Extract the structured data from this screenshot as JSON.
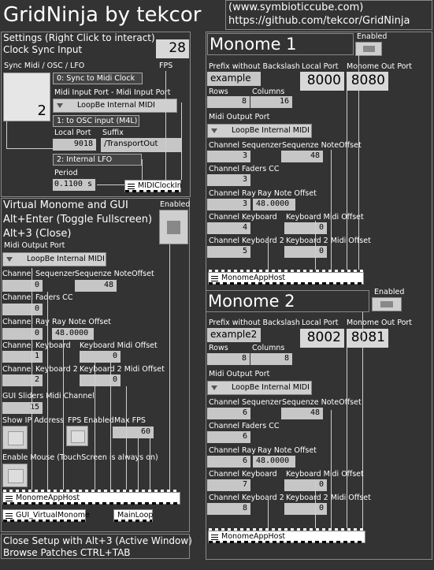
{
  "header": {
    "title": "GridNinja by tekcor",
    "url1": "(www.symbioticcube.com)",
    "url2": "https://github.com/tekcor/GridNinja"
  },
  "settings": {
    "line1": "Settings (Right Click to interact)",
    "line2": "Clock Sync Input",
    "fps_label": "FPS",
    "fps_value": "28",
    "sync_label": "Sync Midi / OSC / LFO",
    "sync_value": "2",
    "opt0": "0: Sync to Midi Clock",
    "midi_input_label": "Midi Input Port - Midi Input Port",
    "midi_input_value": "LoopBe Internal MIDI",
    "opt1": "1: to OSC input (M4L)",
    "local_port_label": "Local Port",
    "suffix_label": "Suffix",
    "local_port_value": "9018",
    "suffix_value": "/TransportOut",
    "opt2": "2: Internal LFO",
    "period_label": "Period",
    "period_value": "0.1100 s",
    "midiclockin": "MIDIClockIn"
  },
  "virtual": {
    "line1": "Virtual Monome and GUI",
    "line2": "Alt+Enter (Toggle Fullscreen)",
    "line3": "Alt+3 (Close)",
    "enabled_label": "Enabled",
    "midi_output_label": "Midi Output Port",
    "midi_output_value": "LoopBe Internal MIDI",
    "ch_seq_label": "Channel Sequenzer",
    "seq_note_label": "Sequenze NoteOffset",
    "ch_seq_value": "0",
    "seq_note_value": "48",
    "ch_faders_label": "Channel Faders CC",
    "ch_faders_value": "0",
    "ch_ray_label": "Channel Ray",
    "ray_note_label": "Ray Note Offset",
    "ch_ray_value": "0",
    "ray_note_value": "48.0000",
    "ch_kb_label": "Channel Keyboard",
    "kb_midi_label": "Keyboard Midi Offset",
    "ch_kb_value": "1",
    "kb_midi_value": "0",
    "ch_kb2_label": "Channel Keyboard 2",
    "kb2_midi_label": "Keyboard 2 Midi Offset",
    "ch_kb2_value": "2",
    "kb2_midi_value": "0",
    "gui_sliders_label": "GUI Sliders Midi Channel",
    "gui_sliders_value": "15",
    "show_ip_label": "Show IP Address",
    "fps_enabled_label": "FPS Enabled",
    "max_fps_label": "Max FPS",
    "max_fps_value": "60",
    "enable_mouse_label": "Enable Mouse (TouchScreen is always on)",
    "monome_app_host": "MonomeAppHost",
    "gui_virtual": "GUI_VirtualMonome",
    "mainloop": "MainLoop"
  },
  "footer": {
    "line1": "Close Setup with Alt+3 (Active Window)",
    "line2": "Browse Patches CTRL+TAB"
  },
  "monomes": [
    {
      "title": "Monome 1",
      "enabled_label": "Enabled",
      "prefix_label": "Prefix without Backslash",
      "local_port_label": "Local Port",
      "out_port_label": "Monome Out Port",
      "prefix_value": "example",
      "local_port_value": "8000",
      "out_port_value": "8080",
      "rows_label": "Rows",
      "columns_label": "Columns",
      "rows_value": "8",
      "columns_value": "16",
      "midi_output_label": "Midi Output Port",
      "midi_output_value": "LoopBe Internal MIDI",
      "ch_seq_label": "Channel Sequenzer",
      "seq_note_label": "Sequenze NoteOffset",
      "ch_seq_value": "3",
      "seq_note_value": "48",
      "ch_faders_label": "Channel Faders CC",
      "ch_faders_value": "3",
      "ch_ray_label": "Channel Ray",
      "ray_note_label": "Ray Note Offset",
      "ch_ray_value": "3",
      "ray_note_value": "48.0000",
      "ch_kb_label": "Channel Keyboard",
      "kb_midi_label": "Keyboard Midi Offset",
      "ch_kb_value": "4",
      "kb_midi_value": "0",
      "ch_kb2_label": "Channel Keyboard 2",
      "kb2_midi_label": "Keyboard 2 Midi Offset",
      "ch_kb2_value": "5",
      "kb2_midi_value": "0",
      "host": "MonomeAppHost"
    },
    {
      "title": "Monome 2",
      "enabled_label": "Enabled",
      "prefix_label": "Prefix without Backslash",
      "local_port_label": "Local Port",
      "out_port_label": "Monome Out Port",
      "prefix_value": "example2",
      "local_port_value": "8002",
      "out_port_value": "8081",
      "rows_label": "Rows",
      "columns_label": "Columns",
      "rows_value": "8",
      "columns_value": "8",
      "midi_output_label": "Midi Output Port",
      "midi_output_value": "LoopBe Internal MIDI",
      "ch_seq_label": "Channel Sequenzer",
      "seq_note_label": "Sequenze NoteOffset",
      "ch_seq_value": "6",
      "seq_note_value": "48",
      "ch_faders_label": "Channel Faders CC",
      "ch_faders_value": "6",
      "ch_ray_label": "Channel Ray",
      "ray_note_label": "Ray Note Offset",
      "ch_ray_value": "6",
      "ray_note_value": "48.0000",
      "ch_kb_label": "Channel Keyboard",
      "kb_midi_label": "Keyboard Midi Offset",
      "ch_kb_value": "7",
      "kb_midi_value": "0",
      "ch_kb2_label": "Channel Keyboard 2",
      "kb2_midi_label": "Keyboard 2 Midi Offset",
      "ch_kb2_value": "8",
      "kb2_midi_value": "0",
      "host": "MonomeAppHost"
    }
  ]
}
